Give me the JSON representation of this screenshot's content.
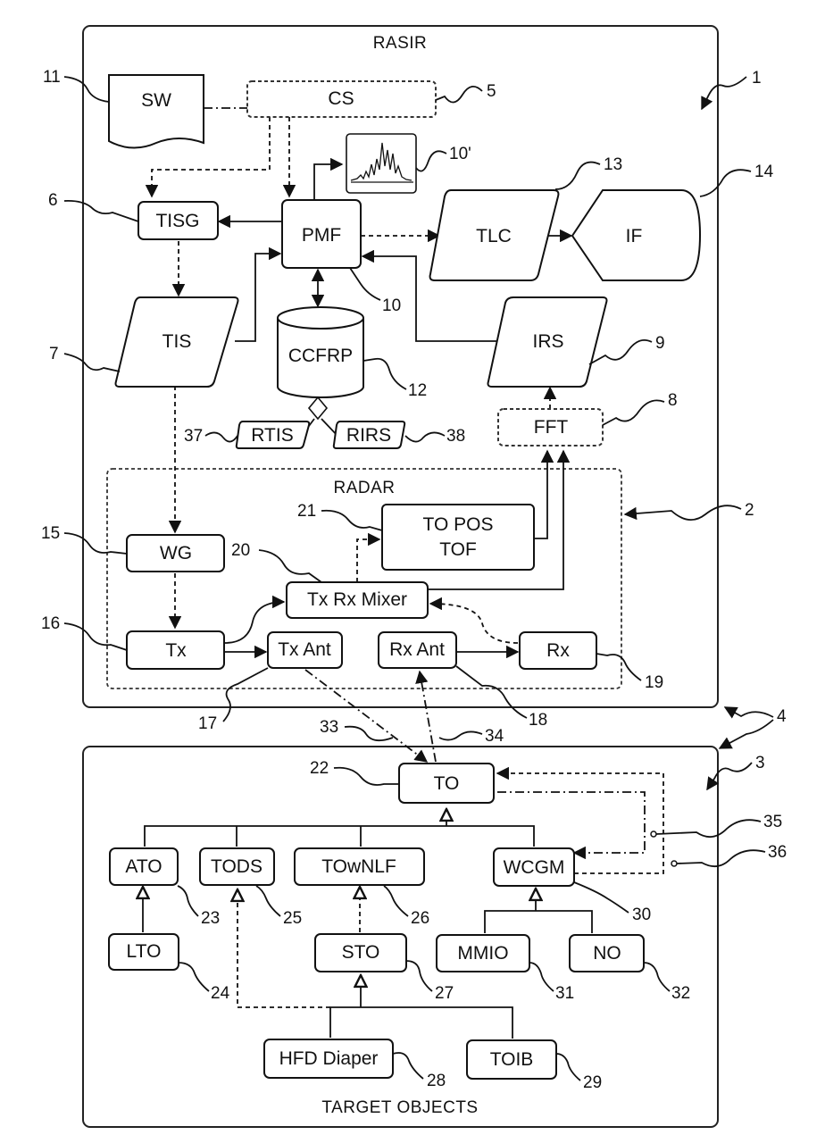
{
  "diagram": {
    "rasir_title": "RASIR",
    "radar_title": "RADAR",
    "target_title": "TARGET OBJECTS",
    "blocks": {
      "sw": "SW",
      "cs": "CS",
      "tisg": "TISG",
      "pmf": "PMF",
      "tlc": "TLC",
      "if": "IF",
      "tis": "TIS",
      "ccfrp": "CCFRP",
      "irs": "IRS",
      "fft": "FFT",
      "rtis": "RTIS",
      "rirs": "RIRS",
      "wg": "WG",
      "tx": "Tx",
      "tx_ant": "Tx Ant",
      "rx_ant": "Rx Ant",
      "rx": "Rx",
      "mixer": "Tx Rx Mixer",
      "to_pos_1": "TO POS",
      "to_pos_2": "TOF",
      "to": "TO",
      "ato": "ATO",
      "tods": "TODS",
      "townlf": "TOwNLF",
      "wcgm": "WCGM",
      "lto": "LTO",
      "sto": "STO",
      "mmio": "MMIO",
      "no": "NO",
      "hfd": "HFD Diaper",
      "toib": "TOIB"
    },
    "refs": {
      "r1": "1",
      "r2": "2",
      "r3": "3",
      "r4": "4",
      "r5": "5",
      "r6": "6",
      "r7": "7",
      "r8": "8",
      "r9": "9",
      "r10": "10",
      "r10p": "10'",
      "r11": "11",
      "r12": "12",
      "r13": "13",
      "r14": "14",
      "r15": "15",
      "r16": "16",
      "r17": "17",
      "r18": "18",
      "r19": "19",
      "r20": "20",
      "r21": "21",
      "r22": "22",
      "r23": "23",
      "r24": "24",
      "r25": "25",
      "r26": "26",
      "r27": "27",
      "r28": "28",
      "r29": "29",
      "r30": "30",
      "r31": "31",
      "r32": "32",
      "r33": "33",
      "r34": "34",
      "r35": "35",
      "r36": "36",
      "r37": "37",
      "r38": "38"
    }
  }
}
